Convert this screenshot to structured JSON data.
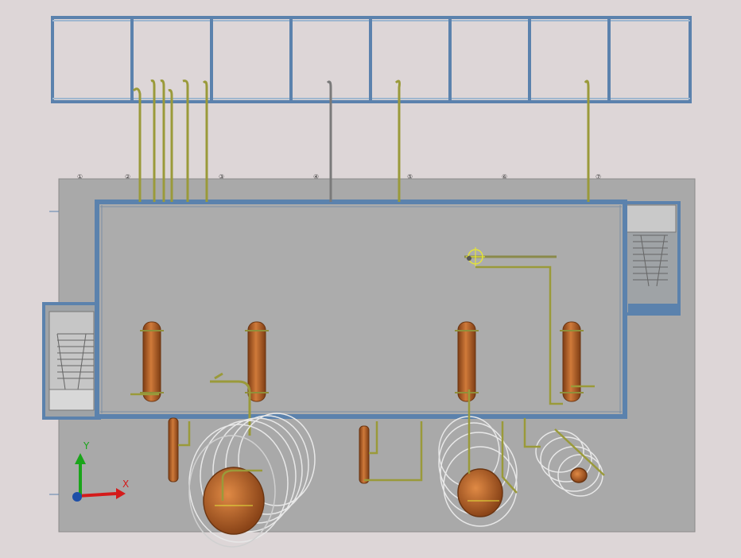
{
  "grid_markers": [
    "①",
    "②",
    "③",
    "④",
    "⑤",
    "⑥",
    "⑦"
  ],
  "axes": {
    "x_label": "X",
    "y_label": "Y"
  },
  "colors": {
    "background": "#ddd6d7",
    "slab": "#a9a9a9",
    "steel_blue": "#5b82ad",
    "pipe_olive": "#9a9a3a",
    "vessel_copper": "#b5632a",
    "axis_x": "#d41b1b",
    "axis_y": "#1aa51a",
    "axis_origin": "#1d4fa8"
  },
  "icons": {
    "ucs": "ucs-axis-icon"
  }
}
